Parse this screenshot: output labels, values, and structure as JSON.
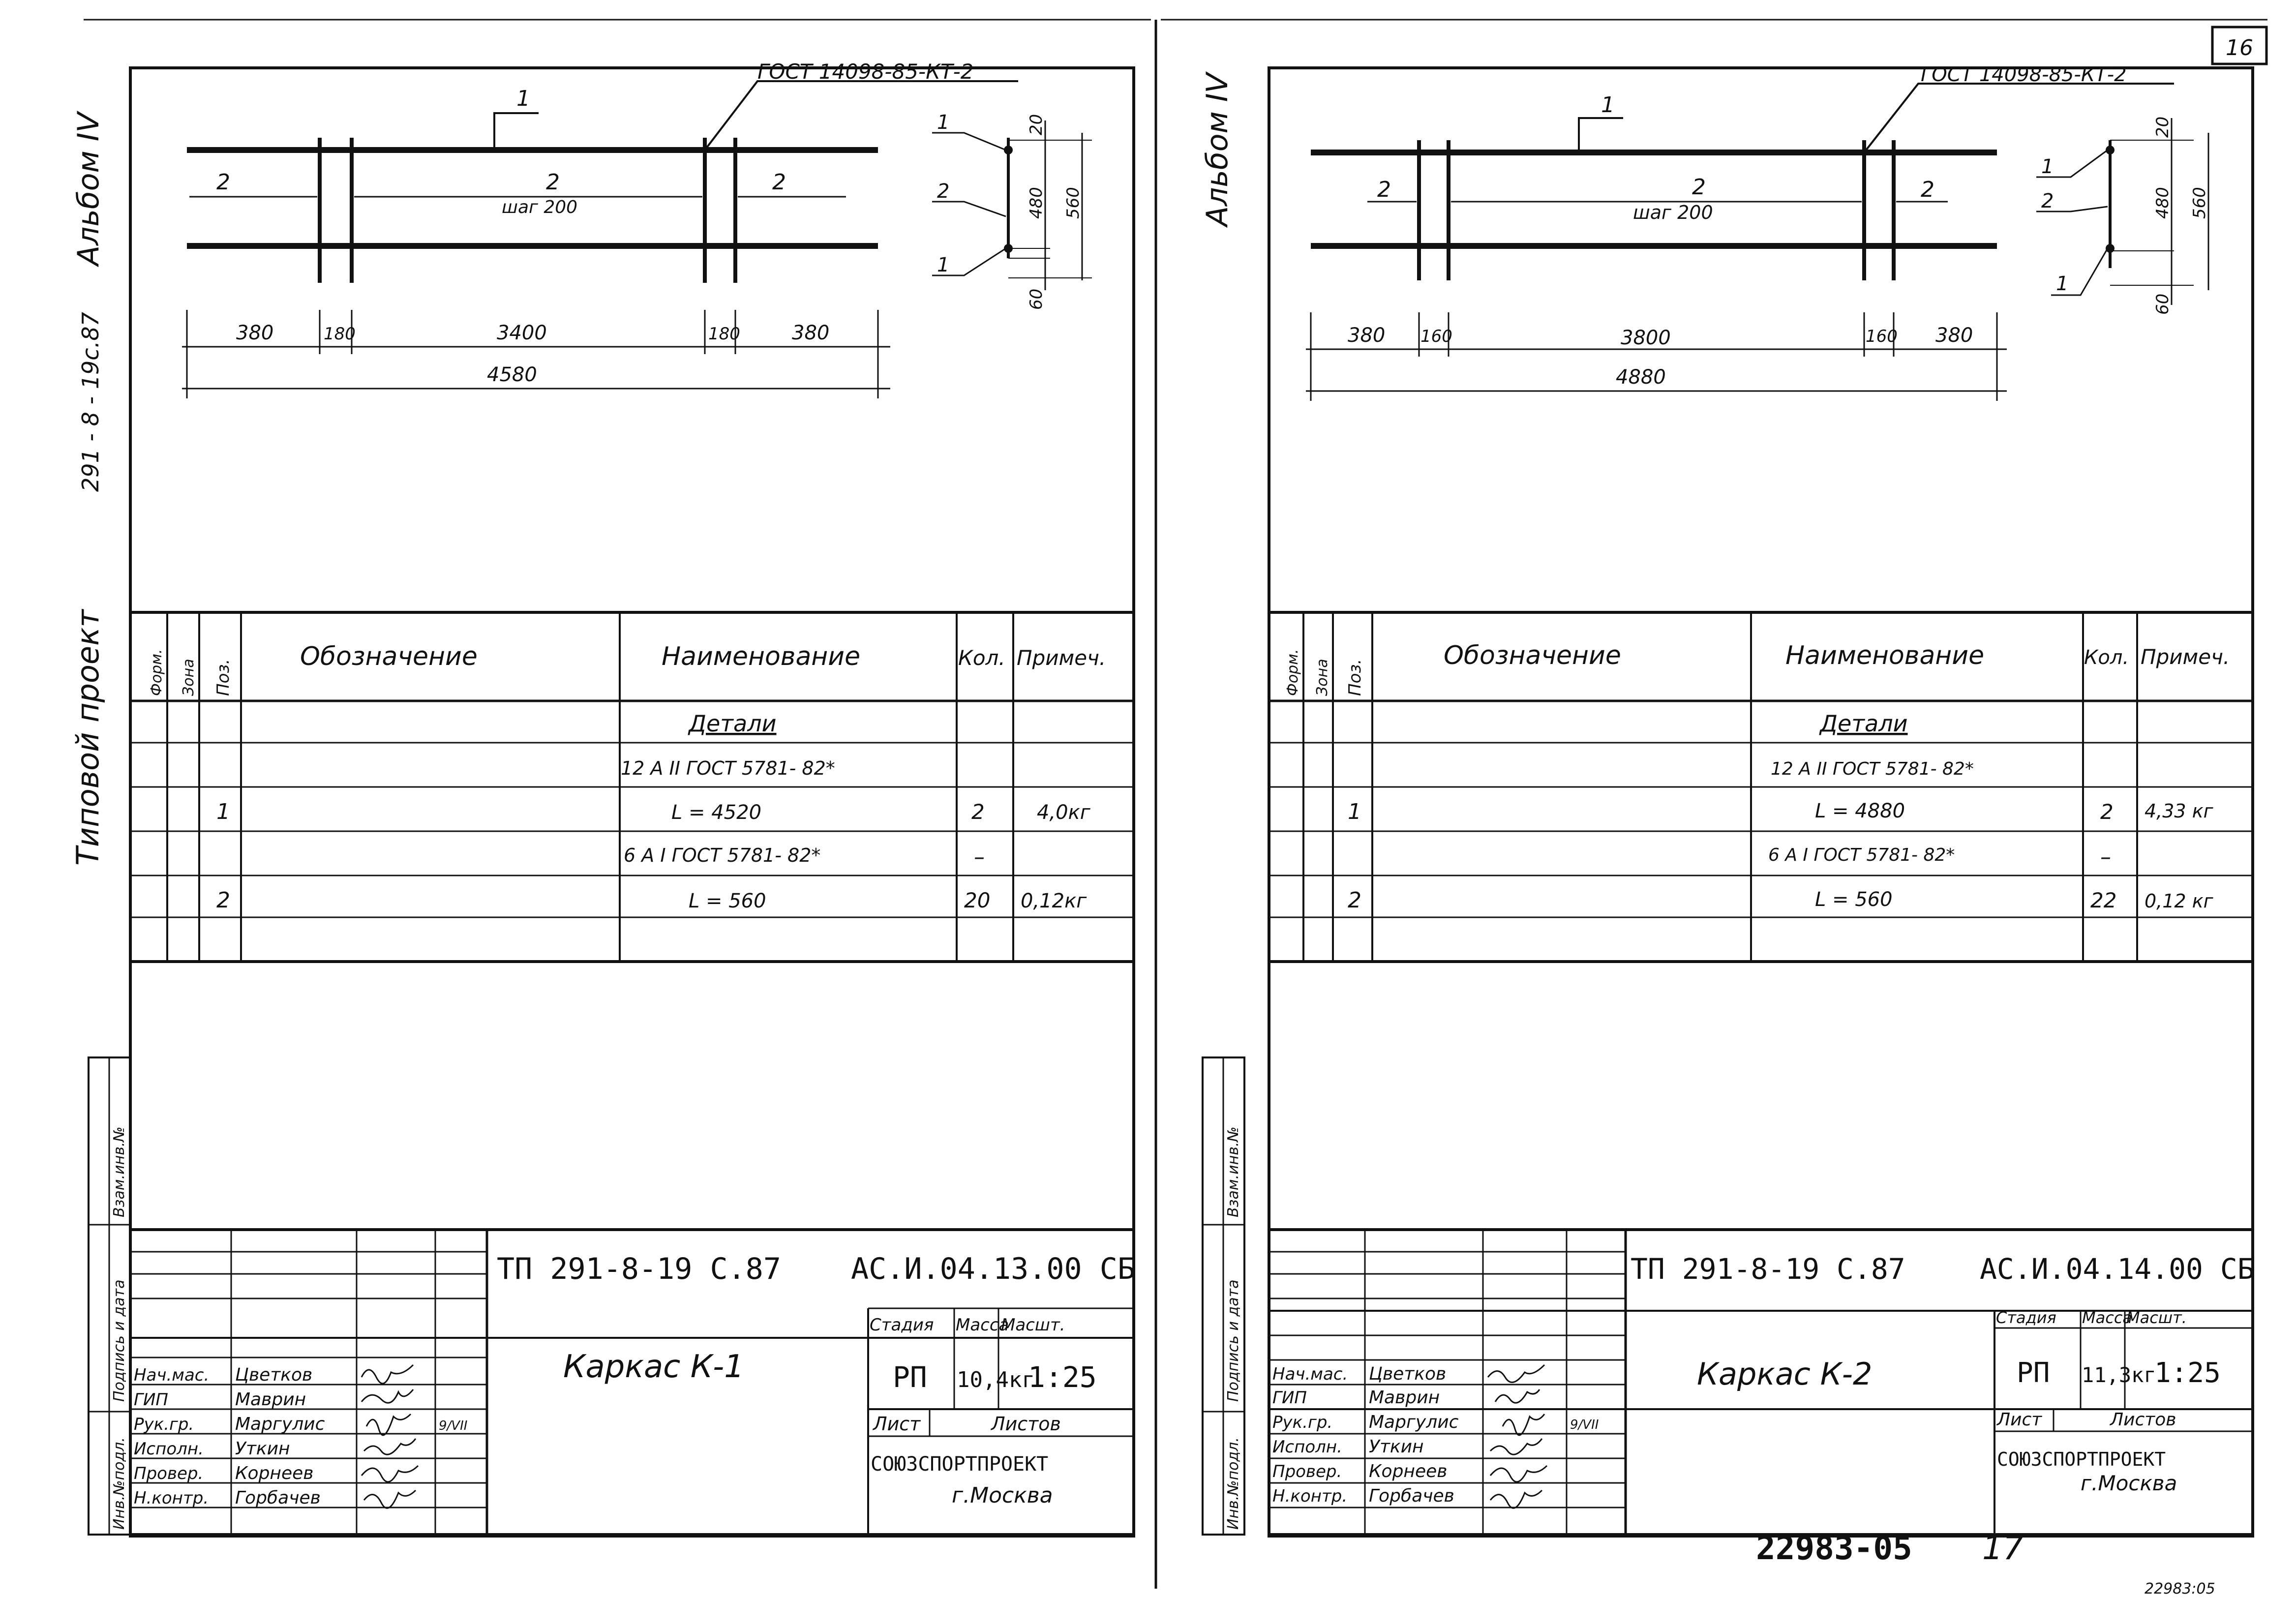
{
  "page_number": "16",
  "bottom_number": "22983-05",
  "bottom_sheet": "17",
  "faint_corner": "22983:05",
  "side_left": {
    "album": "Альбом IV",
    "code": "291 - 8 - 19с.87",
    "project": "Типовой проект"
  },
  "side_right": {
    "album": "Альбом IV"
  },
  "stamp_side_labels": {
    "inv_podl": "Инв.№подл.",
    "podpis": "Подпись и дата",
    "vzam": "Взам.инв.№"
  },
  "table_headers": {
    "form": "Форм.",
    "zona": "Зона",
    "poz": "Поз.",
    "oboz": "Обозначение",
    "naim": "Наименование",
    "kol": "Кол.",
    "prim": "Примеч."
  },
  "title_block_roles": [
    "Нач.мас.",
    "ГИП",
    "Рук.гр.",
    "Исполн.",
    "Провер.",
    "Н.контр."
  ],
  "title_block_names": [
    "Цветков",
    "Маврин",
    "Маргулис",
    "Уткин",
    "Корнеев",
    "Горбачев"
  ],
  "title_block_labels": {
    "stage": "Стадия",
    "mass": "Масса",
    "scale": "Масшт.",
    "sheet": "Лист",
    "sheets": "Листов"
  },
  "left": {
    "gost_weld": "ГОСТ 14098-85-КТ-2",
    "pos1": "1",
    "pos2": "2",
    "step": "шаг 200",
    "dim_top": [
      "20",
      "480",
      "560",
      "60"
    ],
    "dim_bottom": [
      "380",
      "180",
      "3400",
      "180",
      "380"
    ],
    "dim_total": "4580",
    "rows": [
      {
        "poz": "",
        "oboz": "",
        "naim": "Детали",
        "kol": "",
        "prim": ""
      },
      {
        "poz": "",
        "oboz": "",
        "naim": "12 A II ГОСТ 5781- 82*",
        "kol": "",
        "prim": ""
      },
      {
        "poz": "1",
        "oboz": "",
        "naim": "L = 4520",
        "kol": "2",
        "prim": "4,0кг"
      },
      {
        "poz": "",
        "oboz": "",
        "naim": "6 A I ГОСТ 5781- 82*",
        "kol": "–",
        "prim": ""
      },
      {
        "poz": "2",
        "oboz": "",
        "naim": "L = 560",
        "kol": "20",
        "prim": "0,12кг"
      },
      {
        "poz": "",
        "oboz": "",
        "naim": "",
        "kol": "",
        "prim": ""
      }
    ],
    "tp": "ТП 291-8-19 С.87",
    "doc": "АС.И.04.13.00 СБ",
    "title": "Каркас К-1",
    "stage_val": "РП",
    "mass_val": "10,4кг",
    "scale_val": "1:25",
    "date": "9/VII",
    "org": "СОЮЗСПОРТПРОЕКТ",
    "city": "г.Москва"
  },
  "right": {
    "gost_weld": "ГОСТ 14098-85-КТ-2",
    "pos1": "1",
    "pos2": "2",
    "step": "шаг 200",
    "dim_top": [
      "20",
      "480",
      "560",
      "60"
    ],
    "dim_bottom": [
      "380",
      "160",
      "3800",
      "160",
      "380"
    ],
    "dim_total": "4880",
    "rows": [
      {
        "poz": "",
        "oboz": "",
        "naim": "Детали",
        "kol": "",
        "prim": ""
      },
      {
        "poz": "",
        "oboz": "",
        "naim": "12 A II ГОСТ 5781- 82*",
        "kol": "",
        "prim": ""
      },
      {
        "poz": "1",
        "oboz": "",
        "naim": "L = 4880",
        "kol": "2",
        "prim": "4,33 кг"
      },
      {
        "poz": "",
        "oboz": "",
        "naim": "6 A I ГОСТ 5781- 82*",
        "kol": "–",
        "prim": ""
      },
      {
        "poz": "2",
        "oboz": "",
        "naim": "L = 560",
        "kol": "22",
        "prim": "0,12 кг"
      },
      {
        "poz": "",
        "oboz": "",
        "naim": "",
        "kol": "",
        "prim": ""
      }
    ],
    "tp": "ТП 291-8-19 С.87",
    "doc": "АС.И.04.14.00 СБ",
    "title": "Каркас К-2",
    "stage_val": "РП",
    "mass_val": "11,3кг",
    "scale_val": "1:25",
    "date": "9/VII",
    "org": "СОЮЗСПОРТПРОЕКТ",
    "city": "г.Москва"
  }
}
